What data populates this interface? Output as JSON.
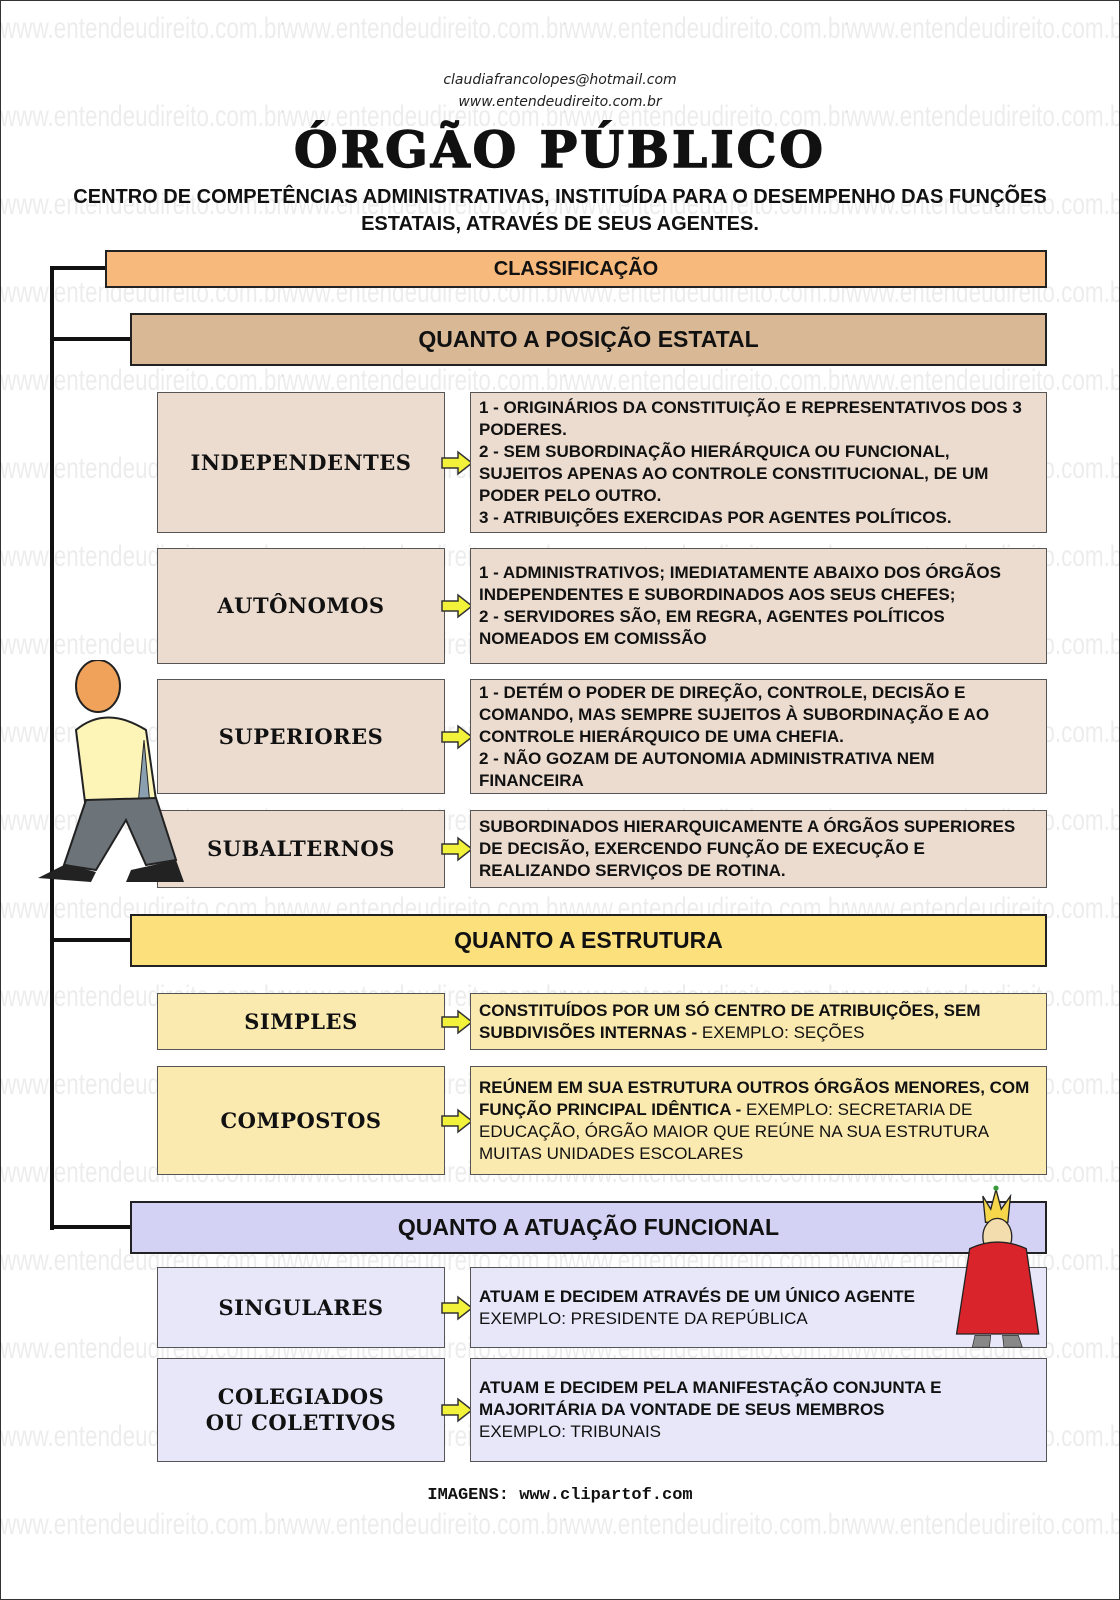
{
  "watermark": "www.entendeudireito.com.br",
  "header": {
    "email": "claudiafrancolopes@hotmail.com",
    "site": "www.entendeudireito.com.br",
    "title": "ÓRGÃO PÚBLICO",
    "definition": "CENTRO DE COMPETÊNCIAS ADMINISTRATIVAS, INSTITUÍDA PARA O DESEMPENHO DAS FUNÇÕES ESTATAIS, ATRAVÉS DE SEUS AGENTES."
  },
  "classification": "CLASSIFICAÇÃO",
  "sections": [
    {
      "title": "QUANTO A POSIÇÃO ESTATAL",
      "color": "#d9b896",
      "box_color": "#ecdcd0",
      "items": [
        {
          "label": "INDEPENDENTES",
          "lines": [
            {
              "bold": "1 - ORIGINÁRIOS DA CONSTITUIÇÃO E REPRESENTATIVOS DOS 3 PODERES.",
              "normal": ""
            },
            {
              "bold": "2 - SEM SUBORDINAÇÃO HIERÁRQUICA OU FUNCIONAL, SUJEITOS APENAS AO CONTROLE CONSTITUCIONAL, DE UM PODER PELO OUTRO.",
              "normal": ""
            },
            {
              "bold": "3 - ATRIBUIÇÕES EXERCIDAS POR AGENTES POLÍTICOS.",
              "normal": ""
            }
          ]
        },
        {
          "label": "AUTÔNOMOS",
          "lines": [
            {
              "bold": "1 - ADMINISTRATIVOS; IMEDIATAMENTE ABAIXO DOS ÓRGÃOS INDEPENDENTES E SUBORDINADOS AOS SEUS CHEFES;",
              "normal": ""
            },
            {
              "bold": "2 - SERVIDORES SÃO, EM REGRA, AGENTES POLÍTICOS NOMEADOS EM COMISSÃO",
              "normal": ""
            }
          ]
        },
        {
          "label": "SUPERIORES",
          "lines": [
            {
              "bold": "1 - DETÉM O PODER DE DIREÇÃO, CONTROLE, DECISÃO E COMANDO, MAS SEMPRE SUJEITOS À SUBORDINAÇÃO E AO CONTROLE HIERÁRQUICO DE UMA CHEFIA.",
              "normal": ""
            },
            {
              "bold": "2 - NÃO GOZAM DE AUTONOMIA ADMINISTRATIVA NEM FINANCEIRA",
              "normal": ""
            }
          ]
        },
        {
          "label": "SUBALTERNOS",
          "lines": [
            {
              "bold": "SUBORDINADOS HIERARQUICAMENTE A ÓRGÃOS SUPERIORES DE DECISÃO, EXERCENDO FUNÇÃO DE EXECUÇÃO E REALIZANDO SERVIÇOS DE ROTINA.",
              "normal": ""
            }
          ]
        }
      ]
    },
    {
      "title": "QUANTO A ESTRUTURA",
      "color": "#fbe07c",
      "box_color": "#fbeab0",
      "items": [
        {
          "label": "SIMPLES",
          "lines": [
            {
              "bold": "CONSTITUÍDOS POR UM SÓ CENTRO DE ATRIBUIÇÕES, SEM SUBDIVISÕES INTERNAS - ",
              "normal": "EXEMPLO: SEÇÕES"
            }
          ]
        },
        {
          "label": "COMPOSTOS",
          "lines": [
            {
              "bold": "REÚNEM EM SUA ESTRUTURA OUTROS ÓRGÃOS MENORES, COM FUNÇÃO PRINCIPAL IDÊNTICA - ",
              "normal": "EXEMPLO: SECRETARIA DE EDUCAÇÃO, ÓRGÃO MAIOR QUE REÚNE NA SUA ESTRUTURA MUITAS UNIDADES ESCOLARES"
            }
          ]
        }
      ]
    },
    {
      "title": "QUANTO A ATUAÇÃO FUNCIONAL",
      "color": "#d4d2f4",
      "box_color": "#e8e6f9",
      "items": [
        {
          "label": "SINGULARES",
          "lines": [
            {
              "bold": "ATUAM E DECIDEM ATRAVÉS DE UM  ÚNICO AGENTE",
              "normal": ""
            },
            {
              "bold": "",
              "normal": "EXEMPLO: PRESIDENTE DA REPÚBLICA"
            }
          ]
        },
        {
          "label": "COLEGIADOS\nOU COLETIVOS",
          "lines": [
            {
              "bold": "ATUAM E DECIDEM PELA MANIFESTAÇÃO CONJUNTA E MAJORITÁRIA DA VONTADE DE SEUS MEMBROS",
              "normal": ""
            },
            {
              "bold": "",
              "normal": "EXEMPLO: TRIBUNAIS"
            }
          ]
        }
      ]
    }
  ],
  "footer": "IMAGENS: www.clipartof.com",
  "colors": {
    "classification": "#f8b97c",
    "arrow": "#f2f23a"
  }
}
